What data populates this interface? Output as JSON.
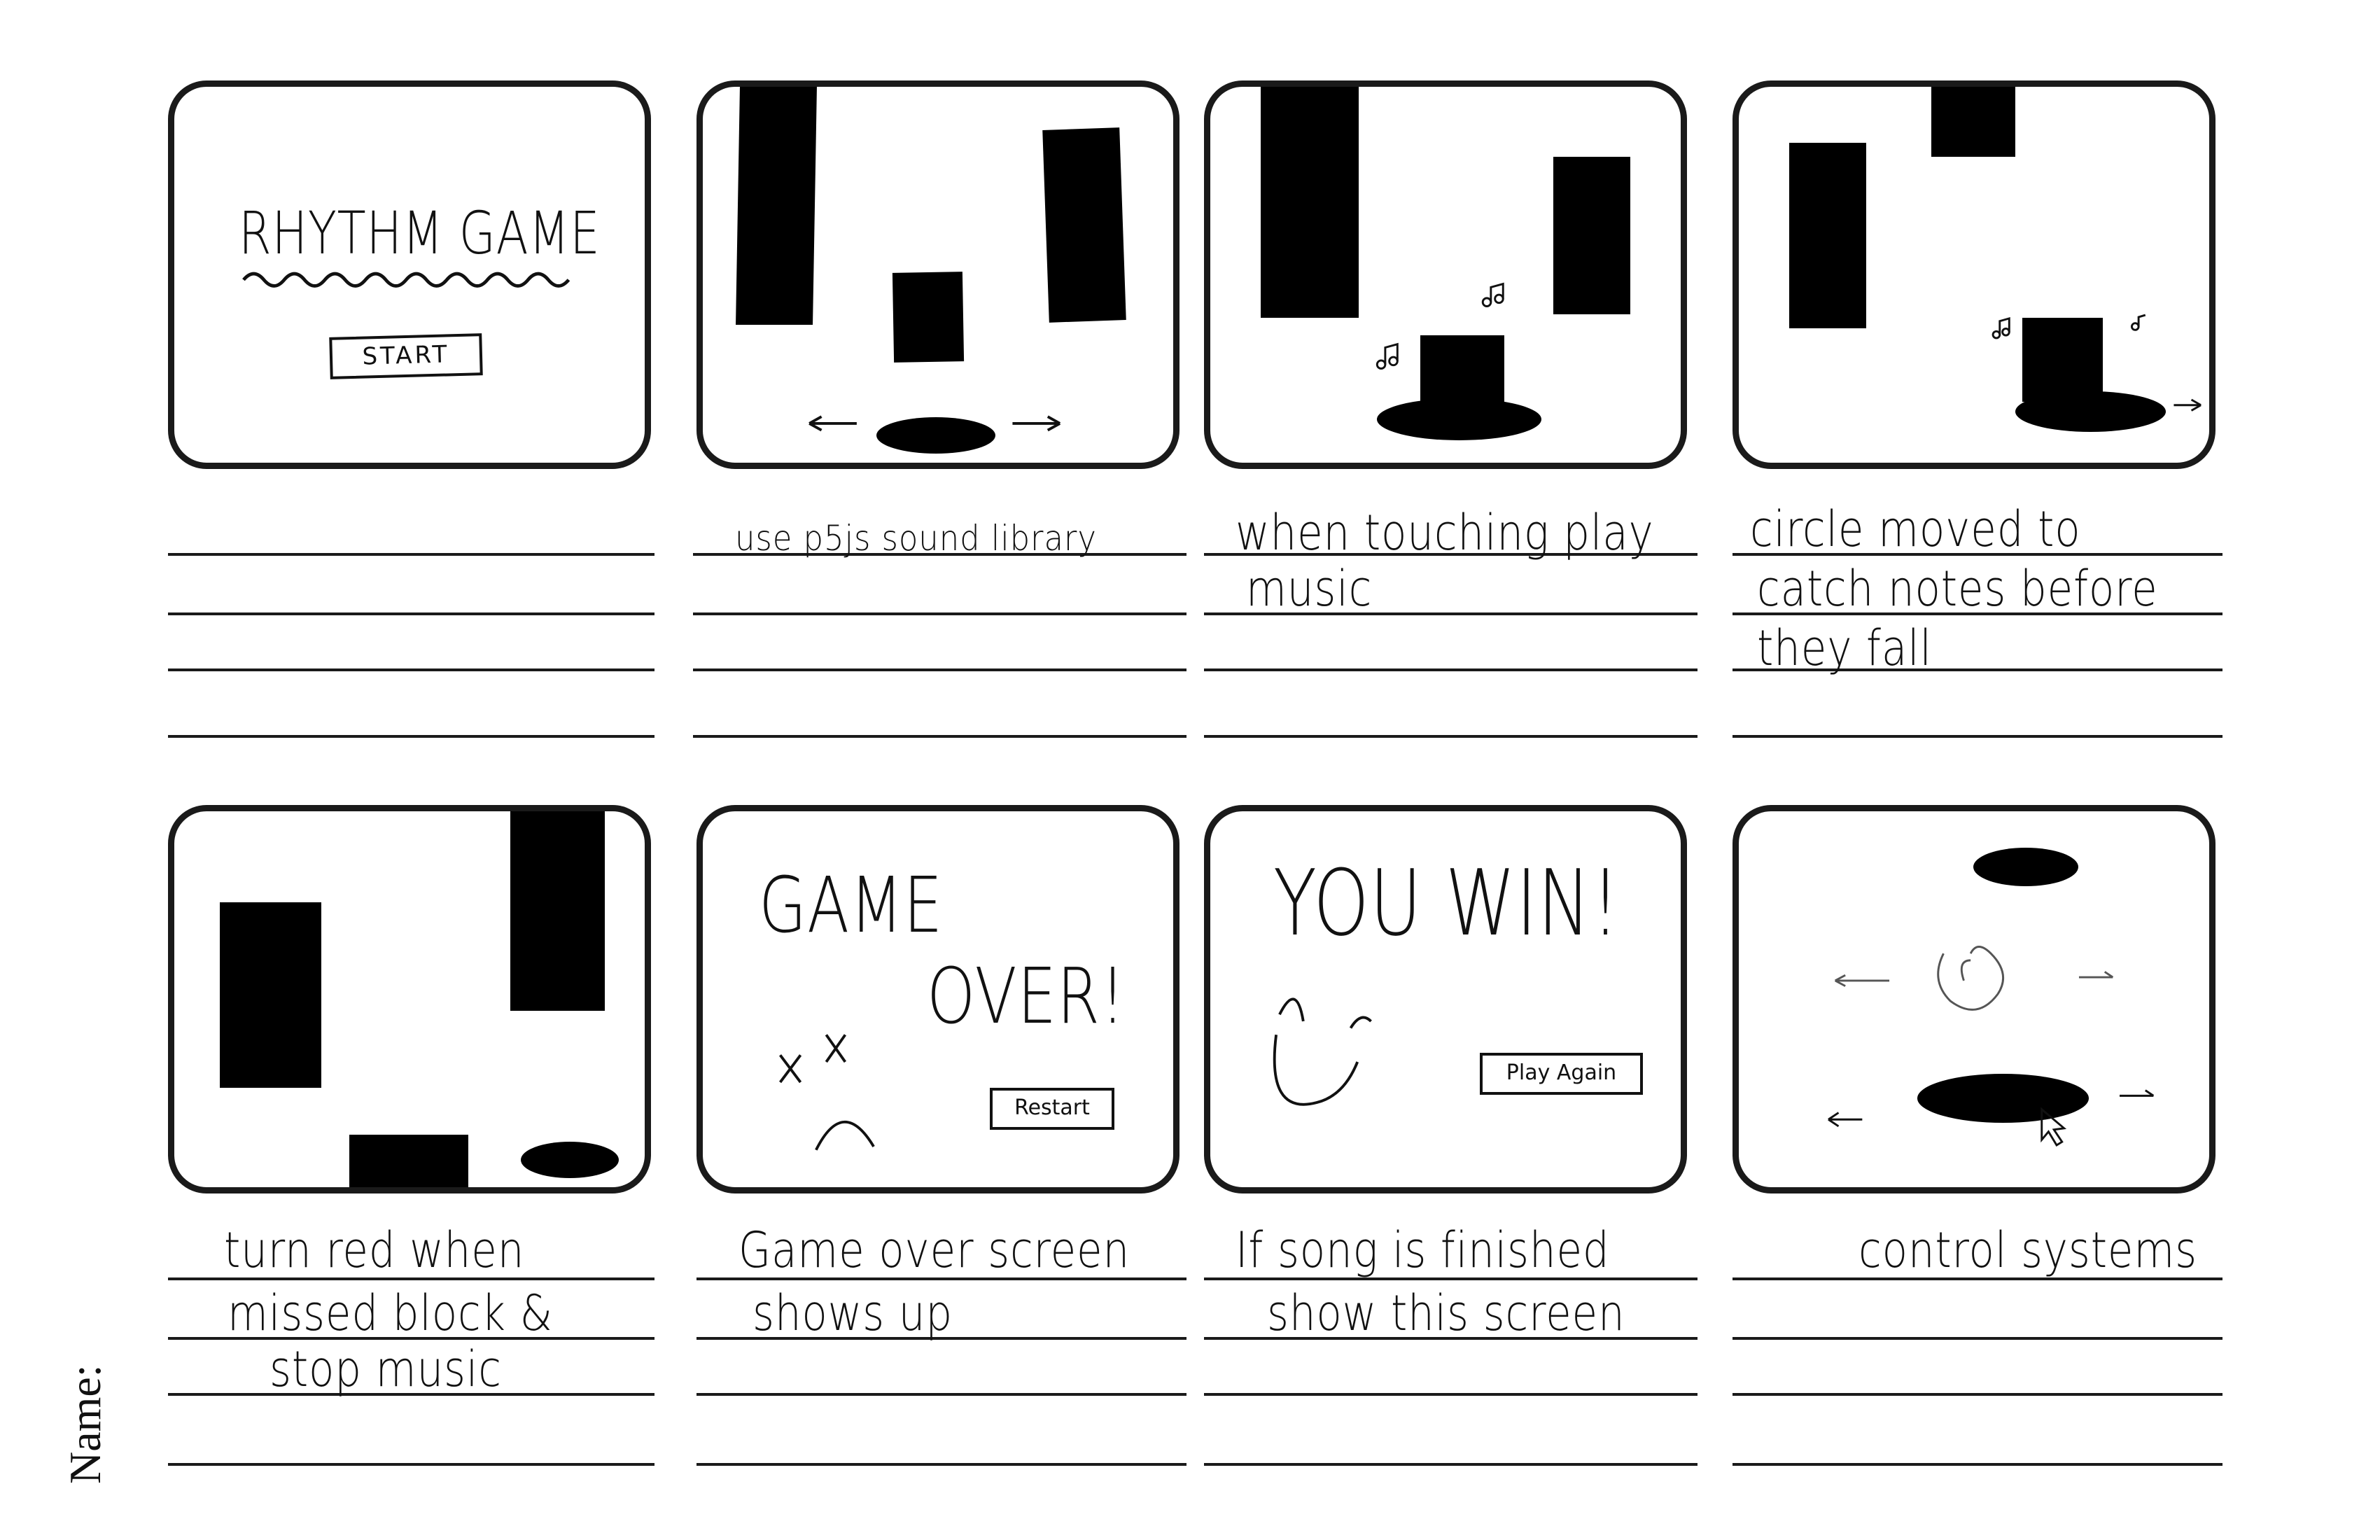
{
  "title": "RHYTHM GAME",
  "start_label": "START",
  "game_over_line1": "GAME",
  "game_over_line2": "OVER!",
  "restart_label": "Restart",
  "win_text": "YOU WIN!",
  "play_again_label": "Play Again",
  "captions": {
    "p2": [
      "use p5js sound library"
    ],
    "p3": [
      "when touching play",
      "music"
    ],
    "p4": [
      "circle moved to",
      "catch notes before",
      "they fall"
    ],
    "p5": [
      "turn red when",
      "missed block &",
      "stop music"
    ],
    "p6": [
      "Game over screen",
      "shows up"
    ],
    "p7": [
      "If song is finished",
      "show this screen"
    ],
    "p8": [
      "control systems"
    ]
  },
  "name_label": "Name:"
}
